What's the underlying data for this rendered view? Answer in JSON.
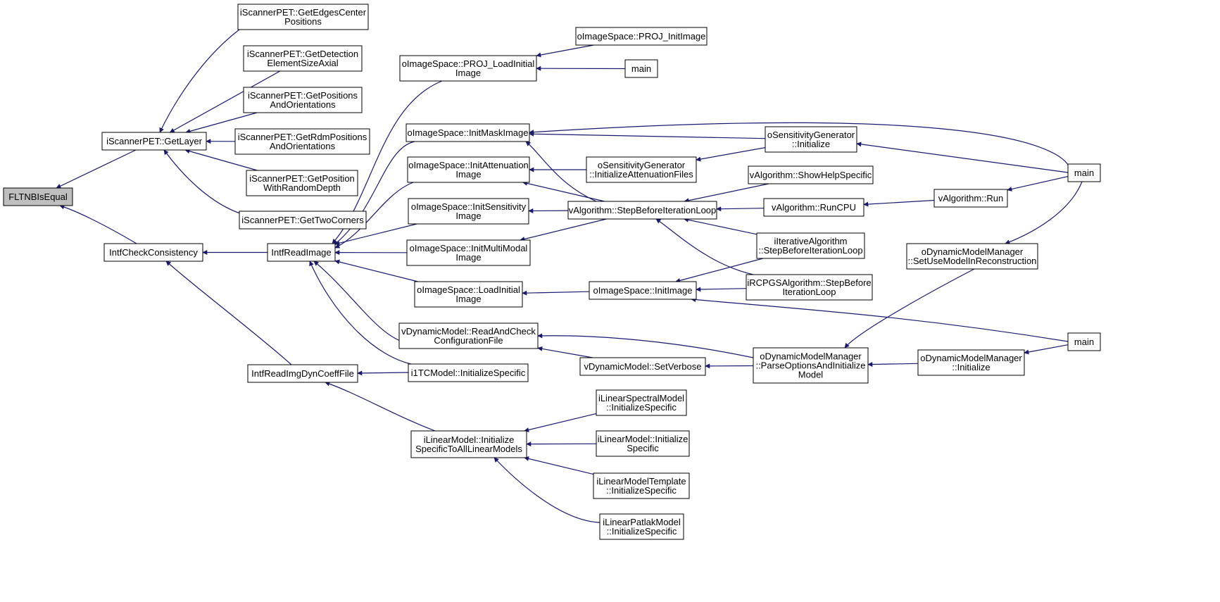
{
  "diagram": {
    "kind": "doxygen caller graph",
    "colors": {
      "edge": "#191970",
      "node_border": "#000000",
      "node_fill": "#ffffff",
      "root_fill": "#bfbfbf"
    },
    "nodes": [
      {
        "id": "fltnb",
        "label": "FLTNBIsEqual",
        "root": true
      },
      {
        "id": "getlayer",
        "label": "iScannerPET::GetLayer"
      },
      {
        "id": "intfcheck",
        "label": "IntfCheckConsistency"
      },
      {
        "id": "getedges",
        "label": "iScannerPET::GetEdgesCenter\nPositions"
      },
      {
        "id": "getdet",
        "label": "iScannerPET::GetDetection\nElementSizeAxial"
      },
      {
        "id": "getpos",
        "label": "iScannerPET::GetPositions\nAndOrientations"
      },
      {
        "id": "getrdm",
        "label": "iScannerPET::GetRdmPositions\nAndOrientations"
      },
      {
        "id": "getposrd",
        "label": "iScannerPET::GetPosition\nWithRandomDepth"
      },
      {
        "id": "gettwo",
        "label": "iScannerPET::GetTwoCorners"
      },
      {
        "id": "intfread",
        "label": "IntfReadImage"
      },
      {
        "id": "intfreaddyn",
        "label": "IntfReadImgDynCoeffFile"
      },
      {
        "id": "projload",
        "label": "oImageSpace::PROJ_LoadInitial\nImage"
      },
      {
        "id": "projinit",
        "label": "oImageSpace::PROJ_InitImage"
      },
      {
        "id": "main1",
        "label": "main"
      },
      {
        "id": "initmask",
        "label": "oImageSpace::InitMaskImage"
      },
      {
        "id": "initatt",
        "label": "oImageSpace::InitAttenuation\nImage"
      },
      {
        "id": "initsens",
        "label": "oImageSpace::InitSensitivity\nImage"
      },
      {
        "id": "initmm",
        "label": "oImageSpace::InitMultiModal\nImage"
      },
      {
        "id": "loadinit",
        "label": "oImageSpace::LoadInitial\nImage"
      },
      {
        "id": "readcheck",
        "label": "vDynamicModel::ReadAndCheck\nConfigurationFile"
      },
      {
        "id": "i1tc",
        "label": "i1TCModel::InitializeSpecific"
      },
      {
        "id": "linit",
        "label": "iLinearModel::Initialize\nSpecificToAllLinearModels"
      },
      {
        "id": "sensinitatt",
        "label": "oSensitivityGenerator\n::InitializeAttenuationFiles"
      },
      {
        "id": "sensinit",
        "label": "oSensitivityGenerator\n::Initialize"
      },
      {
        "id": "stepbefore",
        "label": "vAlgorithm::StepBeforeIterationLoop"
      },
      {
        "id": "showhelp",
        "label": "vAlgorithm::ShowHelpSpecific"
      },
      {
        "id": "runcpu",
        "label": "vAlgorithm::RunCPU"
      },
      {
        "id": "run",
        "label": "vAlgorithm::Run"
      },
      {
        "id": "main2",
        "label": "main"
      },
      {
        "id": "iterstep",
        "label": "iIterativeAlgorithm\n::StepBeforeIterationLoop"
      },
      {
        "id": "rcpgs",
        "label": "iRCPGSAlgorithm::StepBefore\nIterationLoop"
      },
      {
        "id": "initimage",
        "label": "oImageSpace::InitImage"
      },
      {
        "id": "setuse",
        "label": "oDynamicModelManager\n::SetUseModelInReconstruction"
      },
      {
        "id": "setverbose",
        "label": "vDynamicModel::SetVerbose"
      },
      {
        "id": "parseopts",
        "label": "oDynamicModelManager\n::ParseOptionsAndInitialize\nModel"
      },
      {
        "id": "dmminit",
        "label": "oDynamicModelManager\n::Initialize"
      },
      {
        "id": "main3",
        "label": "main"
      },
      {
        "id": "lspec",
        "label": "iLinearSpectralModel\n::InitializeSpecific"
      },
      {
        "id": "linitspec",
        "label": "iLinearModel::Initialize\nSpecific"
      },
      {
        "id": "ltempl",
        "label": "iLinearModelTemplate\n::InitializeSpecific"
      },
      {
        "id": "lpatlak",
        "label": "iLinearPatlakModel\n::InitializeSpecific"
      }
    ],
    "edges": [
      {
        "from": "getlayer",
        "to": "fltnb"
      },
      {
        "from": "intfcheck",
        "to": "fltnb"
      },
      {
        "from": "getedges",
        "to": "getlayer"
      },
      {
        "from": "getdet",
        "to": "getlayer"
      },
      {
        "from": "getpos",
        "to": "getlayer"
      },
      {
        "from": "getrdm",
        "to": "getlayer"
      },
      {
        "from": "getposrd",
        "to": "getlayer"
      },
      {
        "from": "gettwo",
        "to": "getlayer"
      },
      {
        "from": "intfread",
        "to": "intfcheck"
      },
      {
        "from": "intfreaddyn",
        "to": "intfcheck"
      },
      {
        "from": "projload",
        "to": "intfread"
      },
      {
        "from": "initmask",
        "to": "intfread"
      },
      {
        "from": "initatt",
        "to": "intfread"
      },
      {
        "from": "initsens",
        "to": "intfread"
      },
      {
        "from": "initmm",
        "to": "intfread"
      },
      {
        "from": "loadinit",
        "to": "intfread"
      },
      {
        "from": "readcheck",
        "to": "intfread"
      },
      {
        "from": "i1tc",
        "to": "intfread"
      },
      {
        "from": "i1tc",
        "to": "intfreaddyn"
      },
      {
        "from": "linit",
        "to": "intfreaddyn"
      },
      {
        "from": "projinit",
        "to": "projload"
      },
      {
        "from": "main1",
        "to": "projload"
      },
      {
        "from": "main2",
        "to": "initmask"
      },
      {
        "from": "sensinit",
        "to": "initmask"
      },
      {
        "from": "stepbefore",
        "to": "initmask"
      },
      {
        "from": "sensinitatt",
        "to": "initatt"
      },
      {
        "from": "stepbefore",
        "to": "initatt"
      },
      {
        "from": "stepbefore",
        "to": "initsens"
      },
      {
        "from": "stepbefore",
        "to": "initmm"
      },
      {
        "from": "initimage",
        "to": "loadinit"
      },
      {
        "from": "parseopts",
        "to": "readcheck"
      },
      {
        "from": "setverbose",
        "to": "readcheck"
      },
      {
        "from": "lspec",
        "to": "linit"
      },
      {
        "from": "linitspec",
        "to": "linit"
      },
      {
        "from": "ltempl",
        "to": "linit"
      },
      {
        "from": "lpatlak",
        "to": "linit"
      },
      {
        "from": "sensinit",
        "to": "sensinitatt"
      },
      {
        "from": "main2",
        "to": "sensinit"
      },
      {
        "from": "showhelp",
        "to": "stepbefore"
      },
      {
        "from": "runcpu",
        "to": "stepbefore"
      },
      {
        "from": "iterstep",
        "to": "stepbefore"
      },
      {
        "from": "rcpgs",
        "to": "stepbefore"
      },
      {
        "from": "run",
        "to": "runcpu"
      },
      {
        "from": "main2",
        "to": "run"
      },
      {
        "from": "iterstep",
        "to": "initimage"
      },
      {
        "from": "rcpgs",
        "to": "initimage"
      },
      {
        "from": "main3",
        "to": "initimage"
      },
      {
        "from": "setuse",
        "to": "parseopts"
      },
      {
        "from": "main2",
        "to": "setuse"
      },
      {
        "from": "parseopts",
        "to": "setverbose"
      },
      {
        "from": "dmminit",
        "to": "parseopts"
      },
      {
        "from": "main3",
        "to": "dmminit"
      }
    ]
  }
}
